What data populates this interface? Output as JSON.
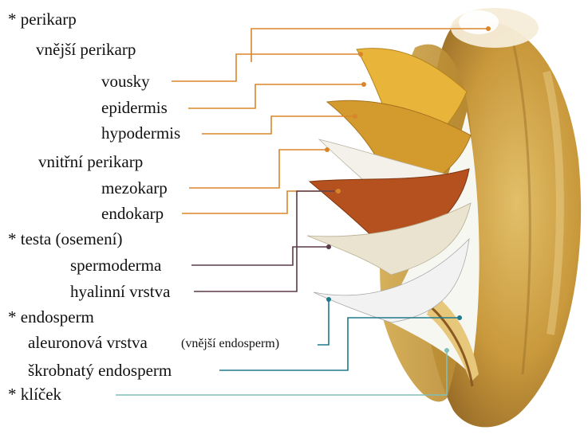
{
  "labels": {
    "perikarp": "* perikarp",
    "vnejsi_perikarp": "vnější perikarp",
    "vousky": "vousky",
    "epidermis": "epidermis",
    "hypodermis": "hypodermis",
    "vnitrni_perikarp": "vnitřní perikarp",
    "mezokarp": "mezokarp",
    "endokarp": "endokarp",
    "testa": "* testa (osemení)",
    "spermoderma": "spermoderma",
    "hyalinni_vrstva": "hyalinní vrstva",
    "endosperm": "* endosperm",
    "aleuronova_vrstva": "aleuronová vrstva",
    "aleuronova_note": "(vnější endosperm)",
    "skrobnaty_endosperm": "škrobnatý endosperm",
    "klicek": "* klíček"
  },
  "colors": {
    "perikarp_line": "#d9862a",
    "testa_line": "#5a3a4a",
    "endosperm_line": "#1e7a8a",
    "klicek_line": "#7fbfb8",
    "grain_body": "#c79a3c",
    "epidermis_layer": "#e8b43a",
    "hypodermis_layer": "#d39a2e",
    "endokarp_layer": "#b5511e",
    "spermoderma_layer": "#e9e3cf",
    "hyaline_layer": "#f2f2f2"
  }
}
